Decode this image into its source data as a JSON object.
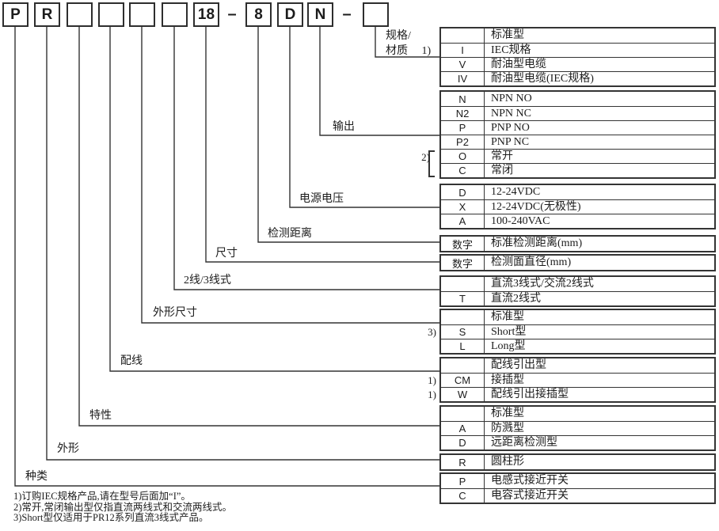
{
  "colors": {
    "line": "#343434",
    "text": "#1c1c1c",
    "background": "#ffffff"
  },
  "model_code": {
    "boxes": [
      "P",
      "R",
      "",
      "",
      "",
      "",
      "18",
      "8",
      "D",
      "N",
      ""
    ],
    "separators": [
      "–",
      "–"
    ]
  },
  "groups": [
    {
      "label": "规格/\n材质　 1)",
      "rows": [
        {
          "code": "",
          "desc": "标准型"
        },
        {
          "code": "I",
          "desc": "IEC规格"
        },
        {
          "code": "V",
          "desc": "耐油型电缆"
        },
        {
          "code": "IV",
          "desc": "耐油型电缆(IEC规格)"
        }
      ]
    },
    {
      "label": "输出",
      "bracket_note": "2)",
      "rows": [
        {
          "code": "N",
          "desc": "NPN NO"
        },
        {
          "code": "N2",
          "desc": "NPN NC"
        },
        {
          "code": "P",
          "desc": "PNP NO"
        },
        {
          "code": "P2",
          "desc": "PNP NC"
        },
        {
          "code": "O",
          "desc": "常开"
        },
        {
          "code": "C",
          "desc": "常闭"
        }
      ]
    },
    {
      "label": "电源电压",
      "rows": [
        {
          "code": "D",
          "desc": "12-24VDC"
        },
        {
          "code": "X",
          "desc": "12-24VDC(无极性)"
        },
        {
          "code": "A",
          "desc": "100-240VAC"
        }
      ]
    },
    {
      "label": "检测距离",
      "rows": [
        {
          "code": "数字",
          "desc": "标准检测距离(mm)"
        }
      ]
    },
    {
      "label": "尺寸",
      "rows": [
        {
          "code": "数字",
          "desc": "检测面直径(mm)"
        }
      ]
    },
    {
      "label": "2线/3线式",
      "rows": [
        {
          "code": "",
          "desc": "直流3线式/交流2线式"
        },
        {
          "code": "T",
          "desc": "直流2线式"
        }
      ]
    },
    {
      "label": "外形尺寸",
      "rows": [
        {
          "code": "",
          "desc": "标准型"
        },
        {
          "code": "S",
          "desc": "Short型",
          "note": "3)"
        },
        {
          "code": "L",
          "desc": "Long型"
        }
      ]
    },
    {
      "label": "配线",
      "rows": [
        {
          "code": "",
          "desc": "配线引出型"
        },
        {
          "code": "CM",
          "desc": "接插型",
          "note": "1)"
        },
        {
          "code": "W",
          "desc": "配线引出接插型",
          "note": "1)"
        }
      ]
    },
    {
      "label": "特性",
      "rows": [
        {
          "code": "",
          "desc": "标准型"
        },
        {
          "code": "A",
          "desc": "防溅型"
        },
        {
          "code": "D",
          "desc": "远距离检测型"
        }
      ]
    },
    {
      "label": "外形",
      "rows": [
        {
          "code": "R",
          "desc": "圆柱形"
        }
      ]
    },
    {
      "label": "种类",
      "rows": [
        {
          "code": "P",
          "desc": "电感式接近开关"
        },
        {
          "code": "C",
          "desc": "电容式接近开关"
        }
      ]
    }
  ],
  "footnotes": [
    "1)订购IEC规格产品,请在型号后面加“I”。",
    "2)常开,常闭输出型仅指直流两线式和交流两线式。",
    "3)Short型仅适用于PR12系列直流3线式产品。"
  ]
}
